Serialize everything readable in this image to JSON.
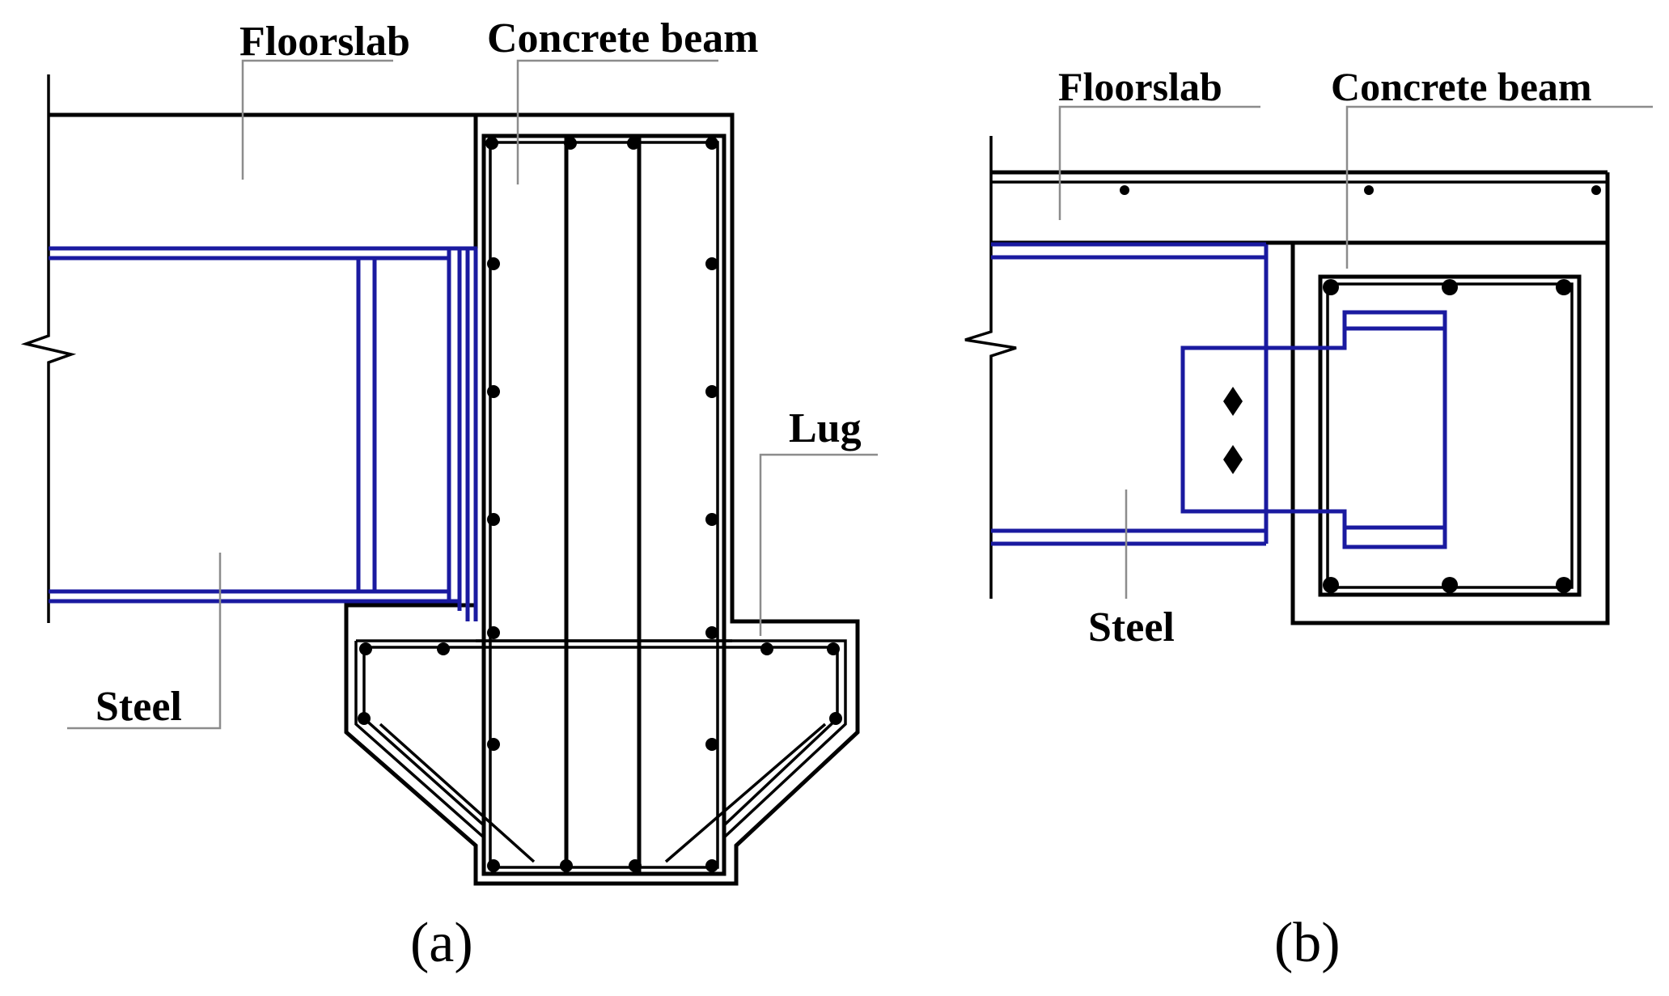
{
  "panel_a": {
    "label_floorslab": "Floorslab",
    "label_concrete_beam": "Concrete beam",
    "label_lug": "Lug",
    "label_steel": "Steel",
    "caption": "(a)"
  },
  "panel_b": {
    "label_floorslab": "Floorslab",
    "label_concrete_beam": "Concrete beam",
    "label_steel": "Steel",
    "caption": "(b)"
  },
  "colors": {
    "concrete_line": "#000000",
    "steel_line": "#1a1aa0",
    "leader_line": "#8c8c8c",
    "background": "#ffffff"
  }
}
